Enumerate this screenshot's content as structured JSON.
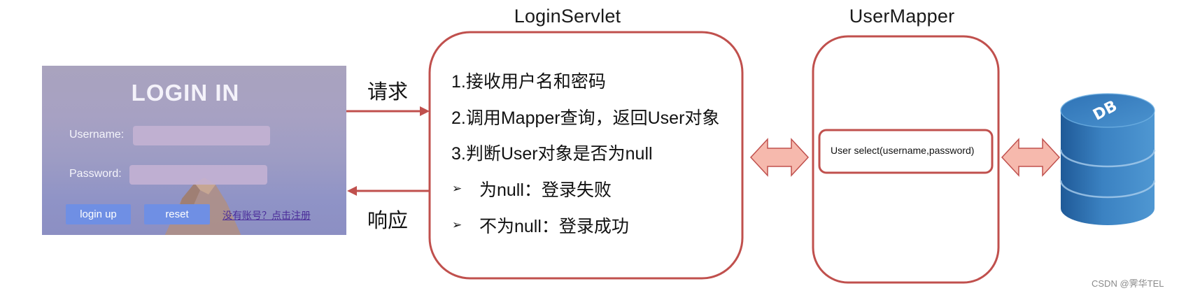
{
  "login_form": {
    "title": "LOGIN IN",
    "username_label": "Username:",
    "password_label": "Password:",
    "login_button": "login up",
    "reset_button": "reset",
    "register_link": "没有账号？点击注册"
  },
  "arrows": {
    "request_label": "请求",
    "response_label": "响应"
  },
  "servlet": {
    "title": "LoginServlet",
    "steps": [
      "1.接收用户名和密码",
      "2.调用Mapper查询，返回User对象",
      "3.判断User对象是否为null"
    ],
    "bullets": [
      "为null：登录失败",
      "不为null：登录成功"
    ]
  },
  "mapper": {
    "title": "UserMapper",
    "method": "User select(username,password)"
  },
  "database": {
    "label": "DB"
  },
  "colors": {
    "box_border": "#c0504d",
    "double_arrow_fill": "#f6b9ad",
    "double_arrow_stroke": "#c0504d",
    "db_top": "#3d86c4",
    "db_body": "#2e6aa8"
  },
  "watermark": "CSDN @霁华TEL"
}
